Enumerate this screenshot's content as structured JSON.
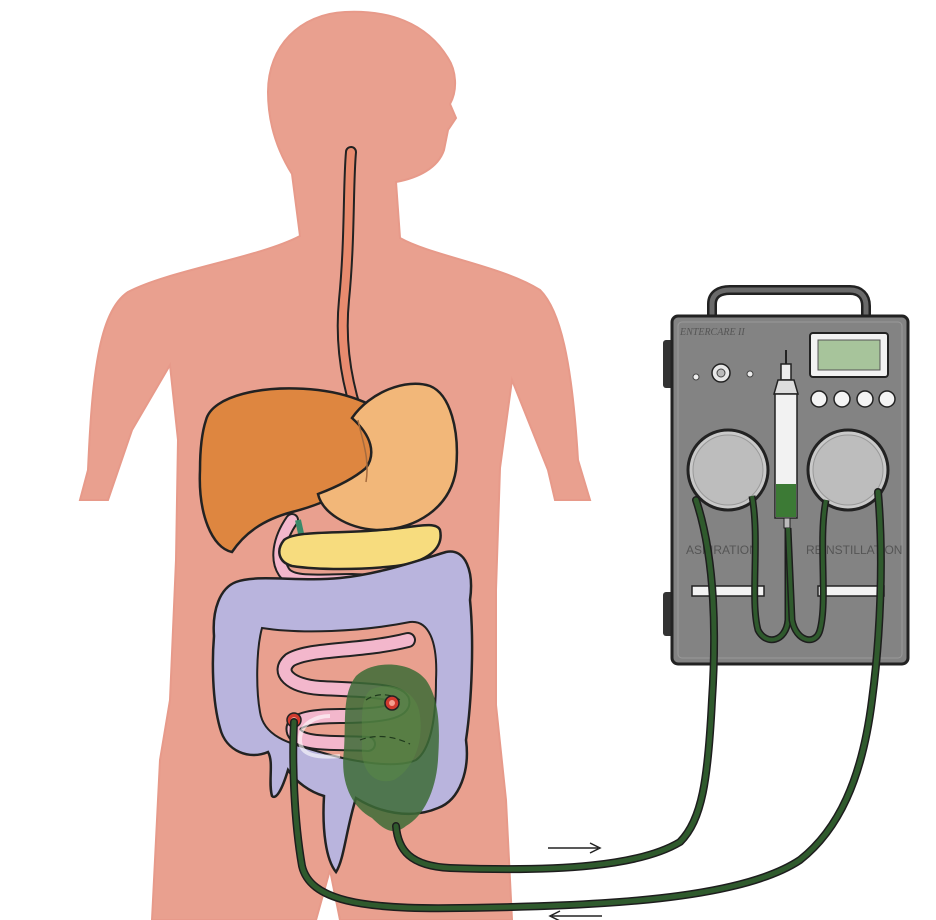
{
  "device": {
    "brand_label": "ENTERCARE II",
    "aspiration_label": "ASPIRATION",
    "reinstillation_label": "REINSTILLATION",
    "display": {
      "value": ""
    }
  },
  "flow": {
    "arrow_outflow": "→",
    "arrow_return": "←"
  },
  "colors": {
    "body": "#e9a08f",
    "liver": "#de8640",
    "stomach": "#f2b779",
    "pancreas": "#f7dc7e",
    "small_intestine": "#f3b7cc",
    "colon": "#b9b4dd",
    "tube": "#2f5a2d",
    "device_case": "#838383",
    "display": "#a7c49b"
  }
}
